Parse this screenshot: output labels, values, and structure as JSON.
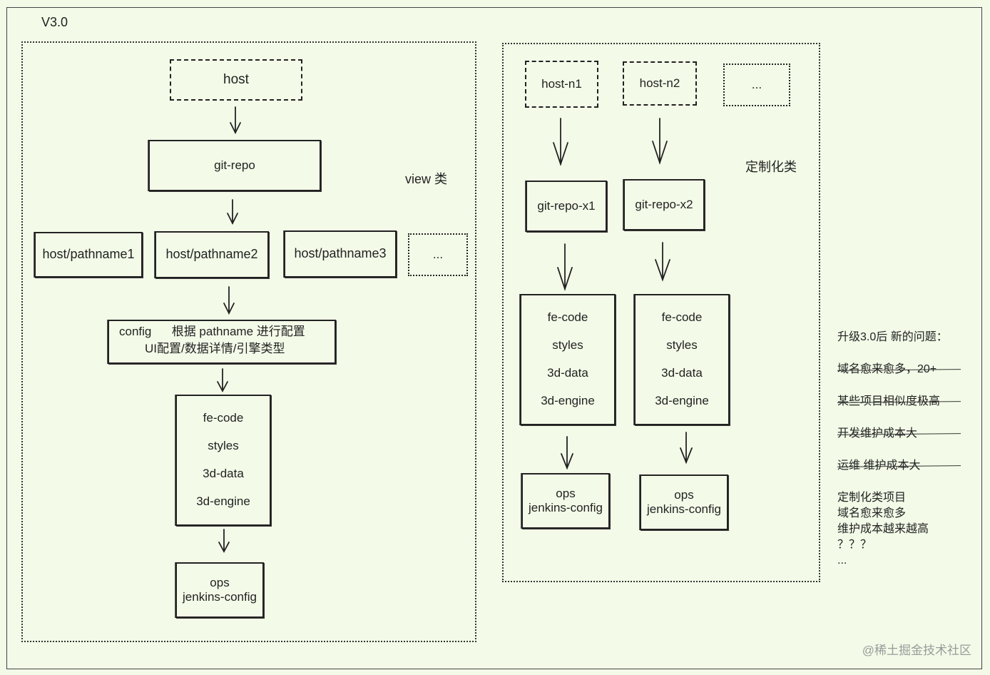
{
  "version_label": "V3.0",
  "view_group": {
    "label": "view 类",
    "host": "host",
    "git_repo": "git-repo",
    "paths": [
      "host/pathname1",
      "host/pathname2",
      "host/pathname3",
      "..."
    ],
    "config_line1": "config      根据 pathname 进行配置",
    "config_line2": "UI配置/数据详情/引擎类型",
    "code_items": [
      "fe-code",
      "styles",
      "3d-data",
      "3d-engine"
    ],
    "ops_line1": "ops",
    "ops_line2": "jenkins-config"
  },
  "custom_group": {
    "label": "定制化类",
    "hosts": [
      "host-n1",
      "host-n2",
      "..."
    ],
    "repos": [
      "git-repo-x1",
      "git-repo-x2"
    ],
    "code_items_1": [
      "fe-code",
      "styles",
      "3d-data",
      "3d-engine"
    ],
    "code_items_2": [
      "fe-code",
      "styles",
      "3d-data",
      "3d-engine"
    ],
    "ops_1_line1": "ops",
    "ops_1_line2": "jenkins-config",
    "ops_2_line1": "ops",
    "ops_2_line2": "jenkins-config"
  },
  "notes": {
    "heading": "升级3.0后 新的问题：",
    "struck": [
      "域名愈来愈多，20+",
      "某些项目相似度极高",
      "开发维护成本大",
      "运维 维护成本大"
    ],
    "plain": [
      "定制化类项目",
      "域名愈来愈多",
      "维护成本越来越高",
      "？？？",
      "..."
    ]
  },
  "watermark": "@稀土掘金技术社区"
}
